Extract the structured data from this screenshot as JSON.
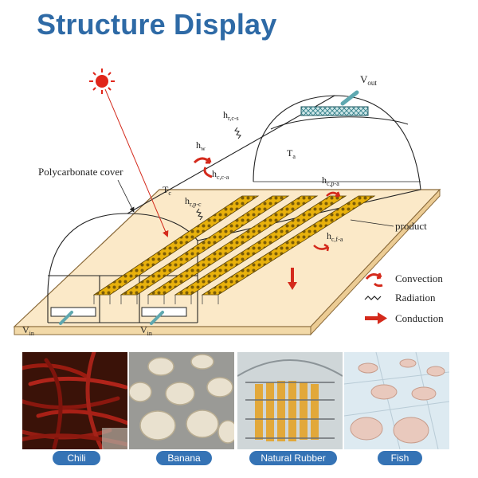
{
  "title": "Structure Display",
  "diagram": {
    "labels": {
      "v_out": "V",
      "v_out_sub": "out",
      "h_rcs": "h",
      "h_rcs_sub": "r,c-s",
      "h_w": "h",
      "h_w_sub": "w",
      "h_cca": "h",
      "h_cca_sub": "c,c-a",
      "t_a": "T",
      "t_a_sub": "a",
      "t_c": "T",
      "t_c_sub": "c",
      "cover": "Polycarbonate cover",
      "h_cpa": "h",
      "h_cpa_sub": "c,p-a",
      "h_rpc": "h",
      "h_rpc_sub": "r,p-c",
      "product": "product",
      "h_cfa": "h",
      "h_cfa_sub": "c,f-a",
      "v_in_1": "V",
      "v_in_1_sub": "in",
      "v_in_2": "V",
      "v_in_2_sub": "in"
    },
    "legend": {
      "convection": "Convection",
      "radiation": "Radiation",
      "conduction": "Conduction"
    },
    "colors": {
      "arrow_red": "#d42a1c",
      "tray_yellow": "#e8b10c",
      "board": "#fbe9c8"
    }
  },
  "photos": [
    {
      "name": "chili",
      "label": "Chili"
    },
    {
      "name": "banana",
      "label": "Banana"
    },
    {
      "name": "rubber",
      "label": "Natural Rubber"
    },
    {
      "name": "fish",
      "label": "Fish"
    }
  ]
}
